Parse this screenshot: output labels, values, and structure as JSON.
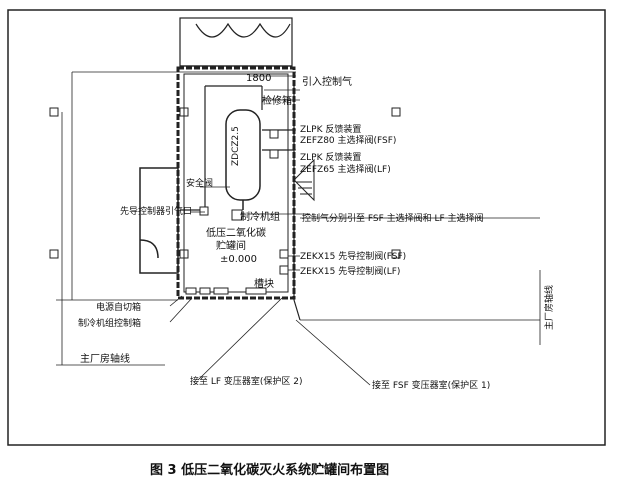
{
  "caption": "图 3   低压二氧化碳灭火系统贮罐间布置图",
  "labels": {
    "dim_top": "1800",
    "intro_gas": "引入控制气",
    "maint_box": "检修箱",
    "zlpk_fsf_1": "ZLPK 反馈装置",
    "zlpk_fsf_2": "ZEFZ80 主选择阀(FSF)",
    "zlpk_lf_1": "ZLPK 反馈装置",
    "zlpk_lf_2": "ZEFZ65 主选择阀(LF)",
    "tank_model": "ZDCZ2.5",
    "safety_valve": "安全阀",
    "pilot_tube": "先导控制器引气口",
    "chiller": "制冷机组",
    "tank_name_1": "低压二氧化碳",
    "tank_name_2": "贮罐间",
    "elevation": "±0.000",
    "ctrl_split": "控制气分别引至 FSF 主选择阀和 LF 主选择阀",
    "pilot_fsf": "ZEKX15 先导控制阀(FSF)",
    "pilot_lf": "ZEKX15 先导控制阀(LF)",
    "pipe_trench": "槽块",
    "power_switch": "电源自切箱",
    "chiller_ctrl": "制冷机组控制箱",
    "main_axis_h": "主厂房轴线",
    "main_axis_v": "主厂房轴线",
    "to_lf": "接至 LF 变压器室(保护区 2)",
    "to_fsf": "接至 FSF 变压器室(保护区 1)"
  },
  "colors": {
    "ink": "#111111",
    "paper": "#ffffff",
    "border": "#222222"
  }
}
